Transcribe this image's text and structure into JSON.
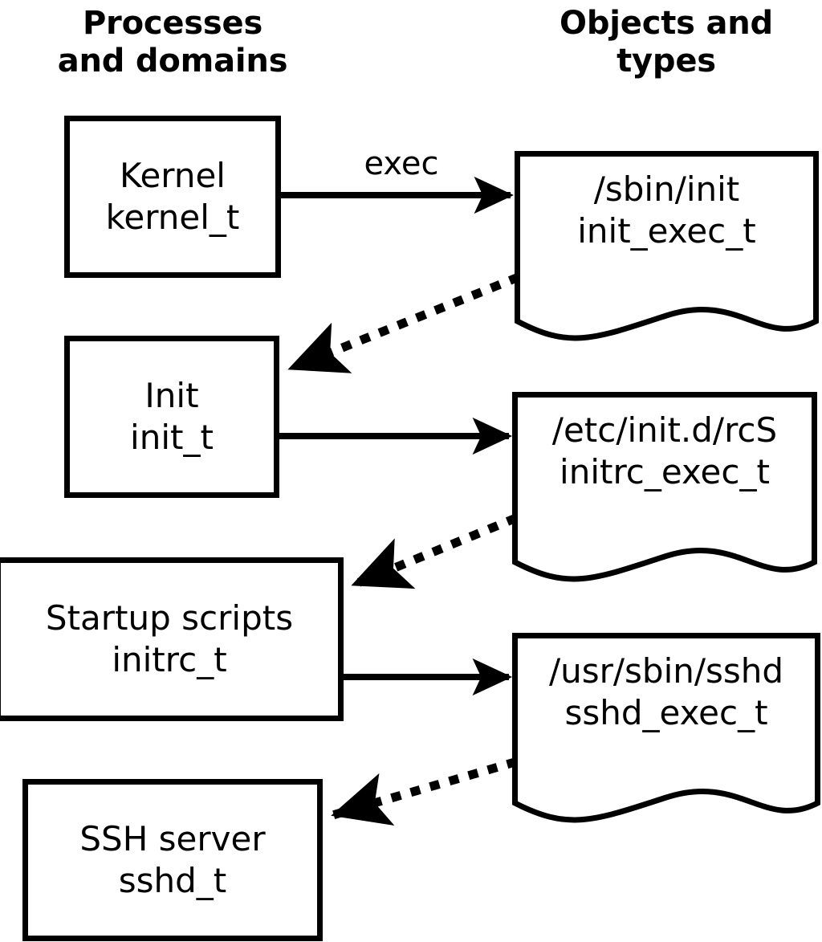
{
  "headings": {
    "left": "Processes\nand domains",
    "right": "Objects and\ntypes"
  },
  "processes": [
    {
      "name": "kernel",
      "line1": "Kernel",
      "line2": "kernel_t"
    },
    {
      "name": "init",
      "line1": "Init",
      "line2": "init_t"
    },
    {
      "name": "startup-scripts",
      "line1": "Startup scripts",
      "line2": "initrc_t"
    },
    {
      "name": "ssh-server",
      "line1": "SSH server",
      "line2": "sshd_t"
    }
  ],
  "objects": [
    {
      "name": "sbin-init",
      "line1": "/sbin/init",
      "line2": "init_exec_t"
    },
    {
      "name": "etc-initd-rcs",
      "line1": "/etc/init.d/rcS",
      "line2": "initrc_exec_t"
    },
    {
      "name": "usr-sbin-sshd",
      "line1": "/usr/sbin/sshd",
      "line2": "sshd_exec_t"
    }
  ],
  "edges": {
    "exec_label": "exec",
    "solid": [
      {
        "from": "kernel",
        "to": "sbin-init"
      },
      {
        "from": "init",
        "to": "etc-initd-rcs"
      },
      {
        "from": "startup-scripts",
        "to": "usr-sbin-sshd"
      }
    ],
    "dotted": [
      {
        "from": "sbin-init",
        "to": "init"
      },
      {
        "from": "etc-initd-rcs",
        "to": "startup-scripts"
      },
      {
        "from": "usr-sbin-sshd",
        "to": "ssh-server"
      }
    ]
  },
  "colors": {
    "stroke": "#000000",
    "fill": "#ffffff",
    "background": "#ffffff"
  }
}
